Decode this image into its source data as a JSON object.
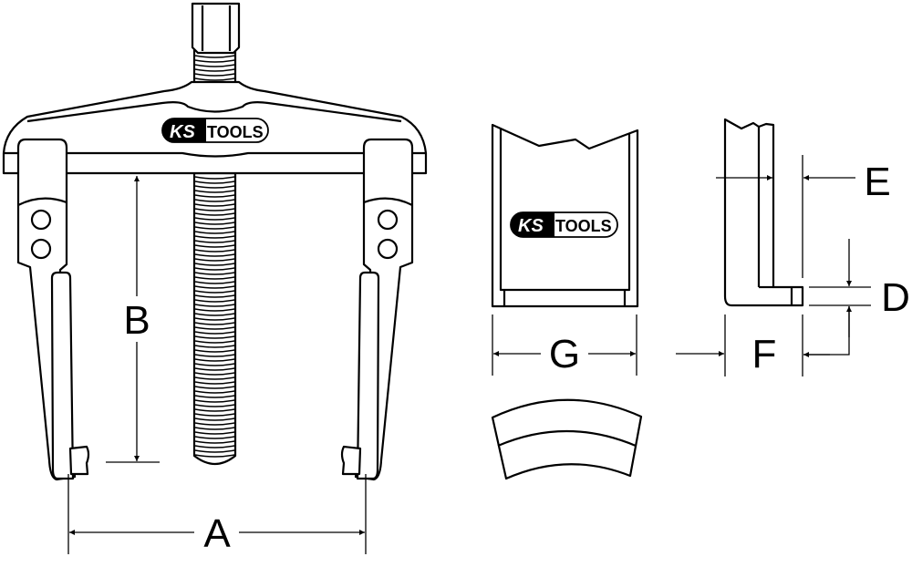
{
  "logo": {
    "brand_left": "KS",
    "brand_right": "TOOLS"
  },
  "dimensions": {
    "a": "A",
    "b": "B",
    "d": "D",
    "e": "E",
    "f": "F",
    "g": "G"
  },
  "colors": {
    "line": "#000000",
    "background": "#ffffff"
  }
}
